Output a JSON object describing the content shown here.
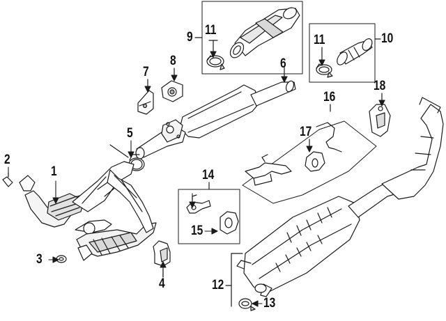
{
  "diagram": {
    "callouts": [
      {
        "id": "c1",
        "label": "1"
      },
      {
        "id": "c2",
        "label": "2"
      },
      {
        "id": "c3",
        "label": "3"
      },
      {
        "id": "c4",
        "label": "4"
      },
      {
        "id": "c5",
        "label": "5"
      },
      {
        "id": "c6",
        "label": "6"
      },
      {
        "id": "c7",
        "label": "7"
      },
      {
        "id": "c8",
        "label": "8"
      },
      {
        "id": "c9",
        "label": "9"
      },
      {
        "id": "c10",
        "label": "10"
      },
      {
        "id": "c11a",
        "label": "11"
      },
      {
        "id": "c11b",
        "label": "11"
      },
      {
        "id": "c12",
        "label": "12"
      },
      {
        "id": "c13",
        "label": "13"
      },
      {
        "id": "c14",
        "label": "14"
      },
      {
        "id": "c15",
        "label": "15"
      },
      {
        "id": "c16",
        "label": "16"
      },
      {
        "id": "c17",
        "label": "17"
      },
      {
        "id": "c18",
        "label": "18"
      }
    ],
    "colors": {
      "line": "#1a1a1a",
      "fill": "#ffffff",
      "shade": "#cfcfcf",
      "dark": "#7a7a7a"
    }
  }
}
